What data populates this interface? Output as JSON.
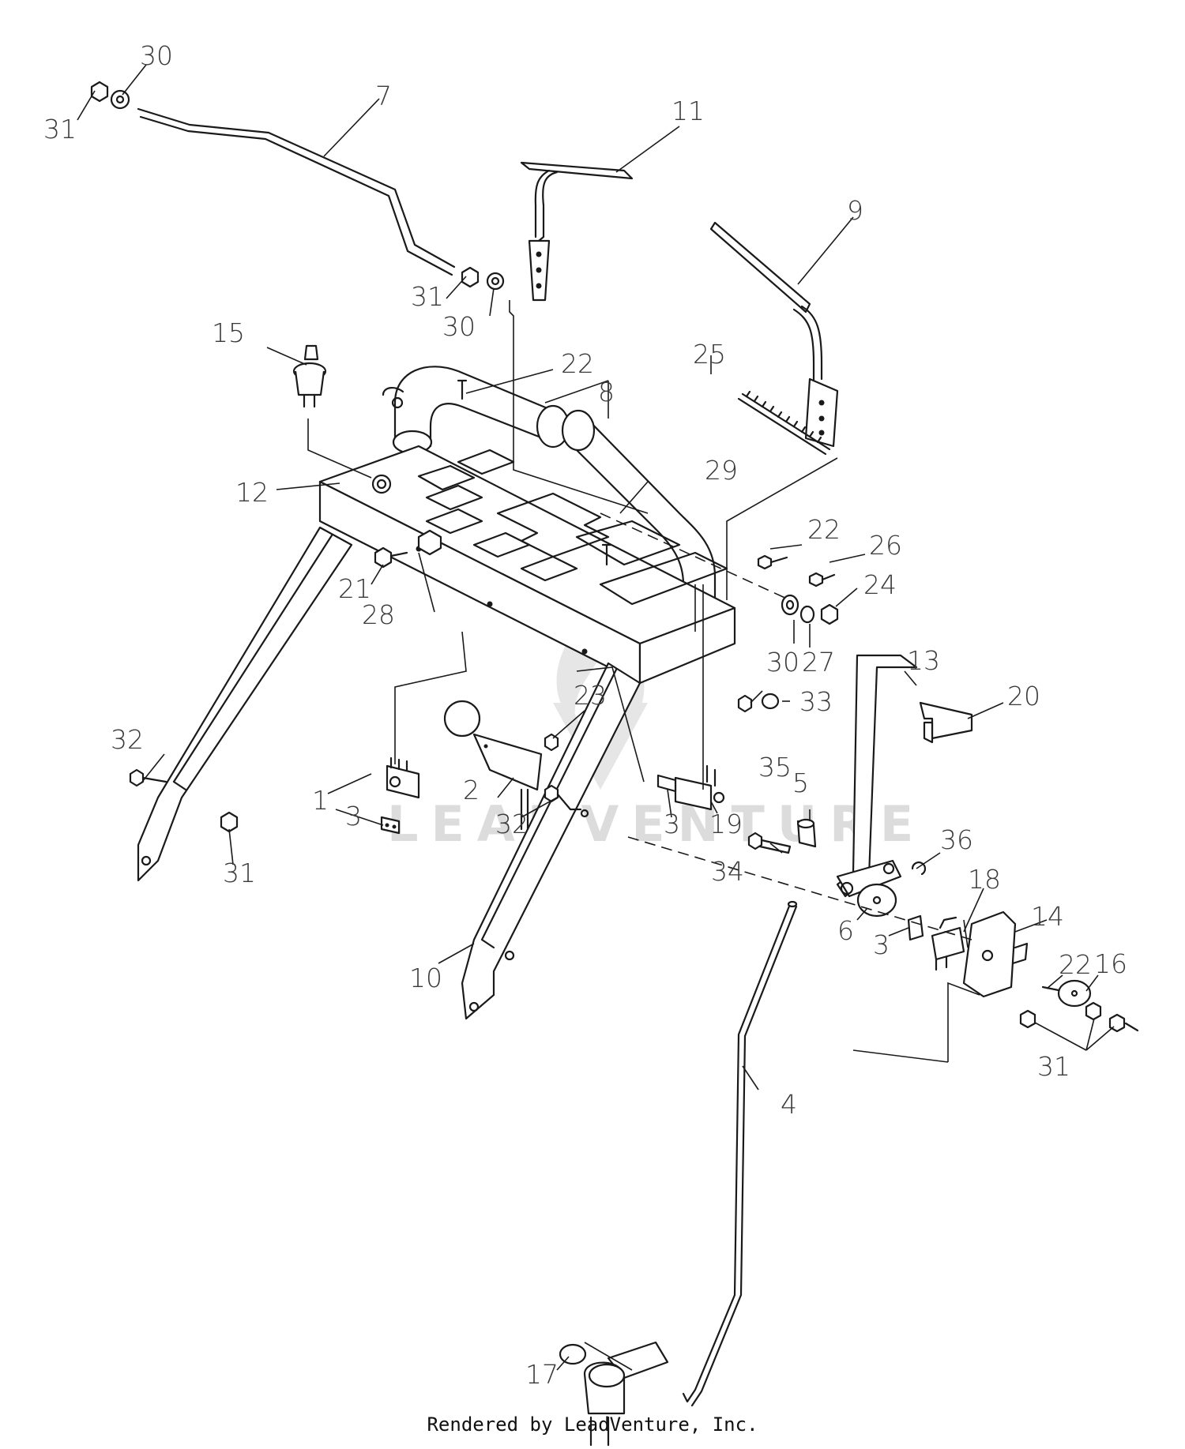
{
  "diagram": {
    "callouts": [
      "31",
      "30",
      "7",
      "11",
      "9",
      "31",
      "30",
      "15",
      "22",
      "8",
      "25",
      "12",
      "29",
      "22",
      "26",
      "24",
      "21",
      "28",
      "30",
      "27",
      "13",
      "20",
      "23",
      "33",
      "32",
      "35",
      "5",
      "1",
      "3",
      "2",
      "32",
      "3",
      "19",
      "31",
      "36",
      "34",
      "18",
      "14",
      "6",
      "3",
      "22",
      "16",
      "10",
      "31",
      "4",
      "17"
    ],
    "watermark": "LEADVENTURE"
  },
  "footer": {
    "text": "Rendered by LeadVenture, Inc."
  }
}
